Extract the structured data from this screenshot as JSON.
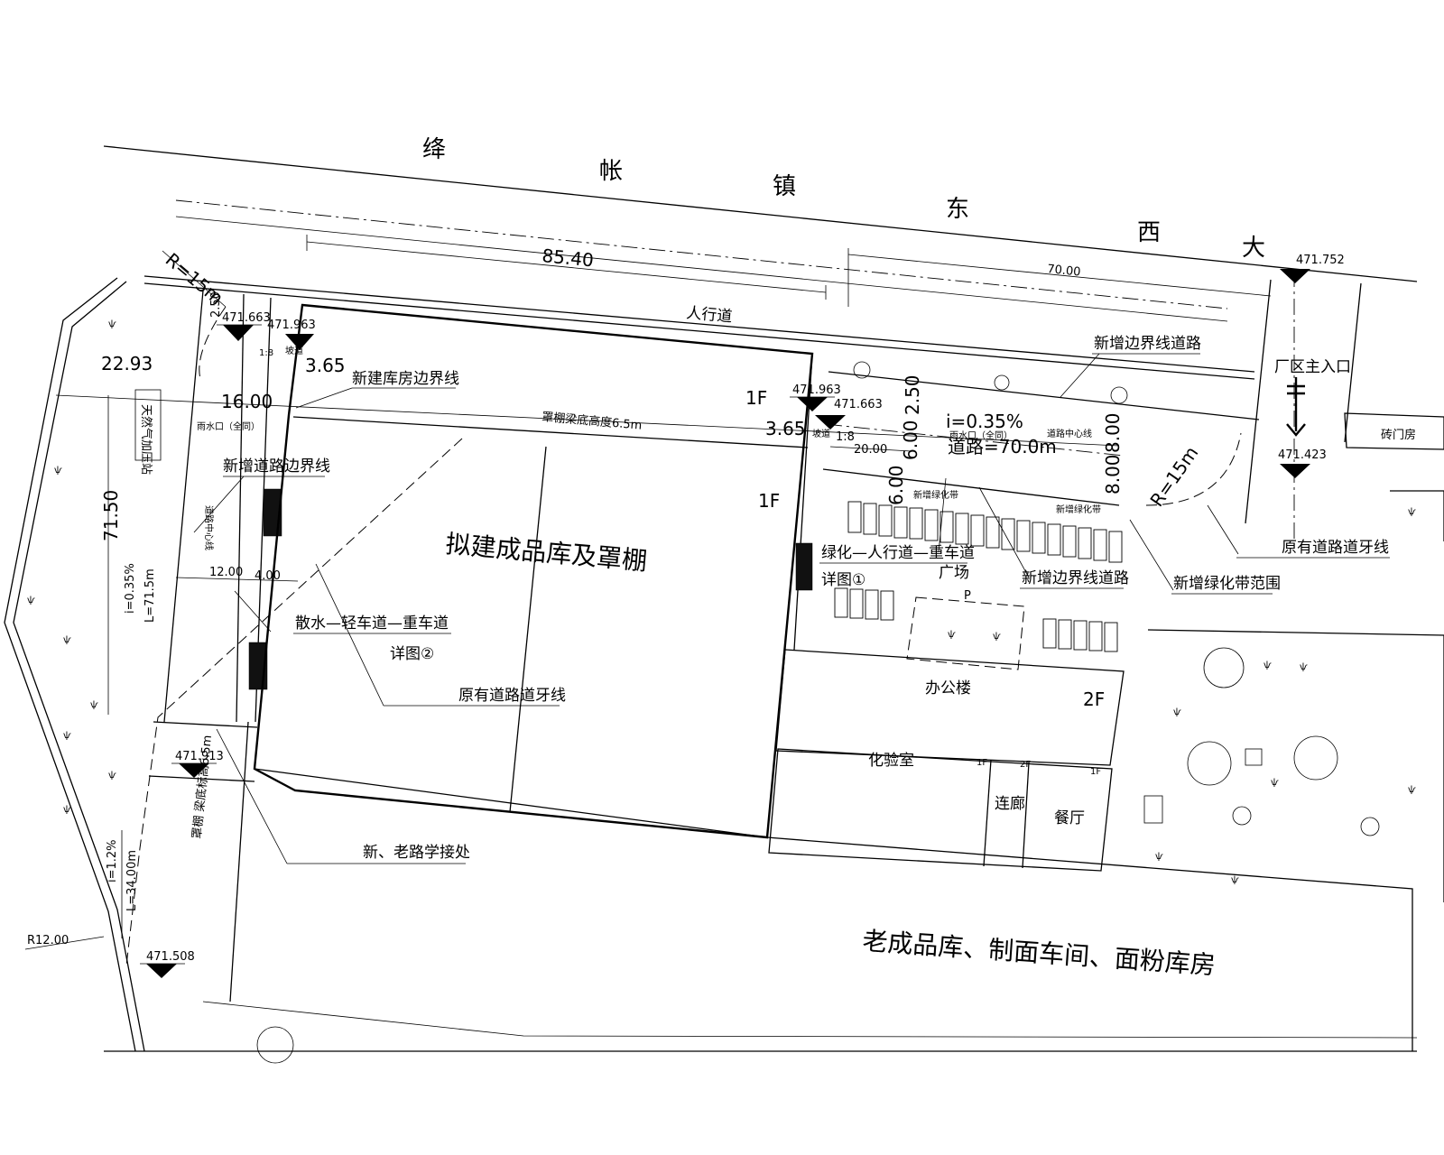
{
  "road_name_chars": [
    "绛",
    "帐",
    "镇",
    "东",
    "西",
    "大"
  ],
  "dims": {
    "d_85_40": "85.40",
    "d_70_00": "70.00",
    "d_r15_nw": "R=15m",
    "d_2_50_nw": "2.50",
    "d_22_93": "22.93",
    "d_16_00": "16.00",
    "d_3_65_nw": "3.65",
    "d_1_8_nw": "1:8",
    "d_71_50": "71.50",
    "d_i035_w": "i=0.35%",
    "d_l715": "L=71.5m",
    "d_12_00": "12.00",
    "d_4_00": "4.00",
    "d_2_50_ne": "2.50",
    "d_6_00": "6.00",
    "d_8_00a": "8.00",
    "d_8_00b": "8.00",
    "d_i035_e": "i=0.35%",
    "d_road70": "道路=70.0m",
    "d_20_00": "20.00",
    "d_3_65_e": "3.65",
    "d_1_8_e": "1:8",
    "d_6_00b": "6.00",
    "d_r15_e": "R=15m",
    "d_i12": "i=1.2%",
    "d_l34": "L=34.00m",
    "d_r12": "R12.00"
  },
  "elevations": {
    "e1": "471.663",
    "e2": "471.963",
    "e3": "471.963",
    "e4": "471.663",
    "e5": "471.752",
    "e6": "471.423",
    "e7": "471.913",
    "e8": "471.508"
  },
  "labels": {
    "sidewalk": "人行道",
    "new_warehouse_boundary": "新建库房边界线",
    "canopy_height": "罩棚梁底高度6.5m",
    "floor_1f_a": "1F",
    "floor_1f_b": "1F",
    "floor_2f": "2F",
    "new_road_boundary_w": "新增道路边界线",
    "proposed_building": "拟建成品库及罩棚",
    "gas_station": "天然气加压站",
    "scatter_road": "散水—轻车道—重车道",
    "detail_2": "详图②",
    "orig_curb_w": "原有道路道牙线",
    "new_old_junction": "新、老路学接处",
    "canopy_height_sw": "罩棚\n梁底标高6.5m",
    "new_boundary_road_ne": "新增边界线道路",
    "factory_main_entrance": "厂区主入口",
    "orig_curb_e": "原有道路道牙线",
    "green_walk_heavy": "绿化—人行道—重车道",
    "detail_1": "详图①",
    "plaza": "广场",
    "new_boundary_road_mid": "新增边界线道路",
    "new_green_belt": "新增绿化带范围",
    "office": "办公楼",
    "lab": "化验室",
    "corridor": "连廊",
    "canteen": "餐厅",
    "old_buildings": "老成品库、制面车间、面粉库房",
    "brick_gate": "砖门房",
    "rain_inlet_w": "雨水口（全同）",
    "rain_inlet_e": "雨水口（全同）",
    "road_centre_e": "道路中心线",
    "road_centre_w": "道路中心线",
    "new_green_small": "新增绿化带",
    "new_green_small2": "新增绿化带",
    "f1_small": "1F",
    "f2_small": "2F",
    "f1_small2": "1F",
    "slope_label_w": "坡道",
    "slope_label_e": "坡道",
    "p_mark": "P"
  }
}
